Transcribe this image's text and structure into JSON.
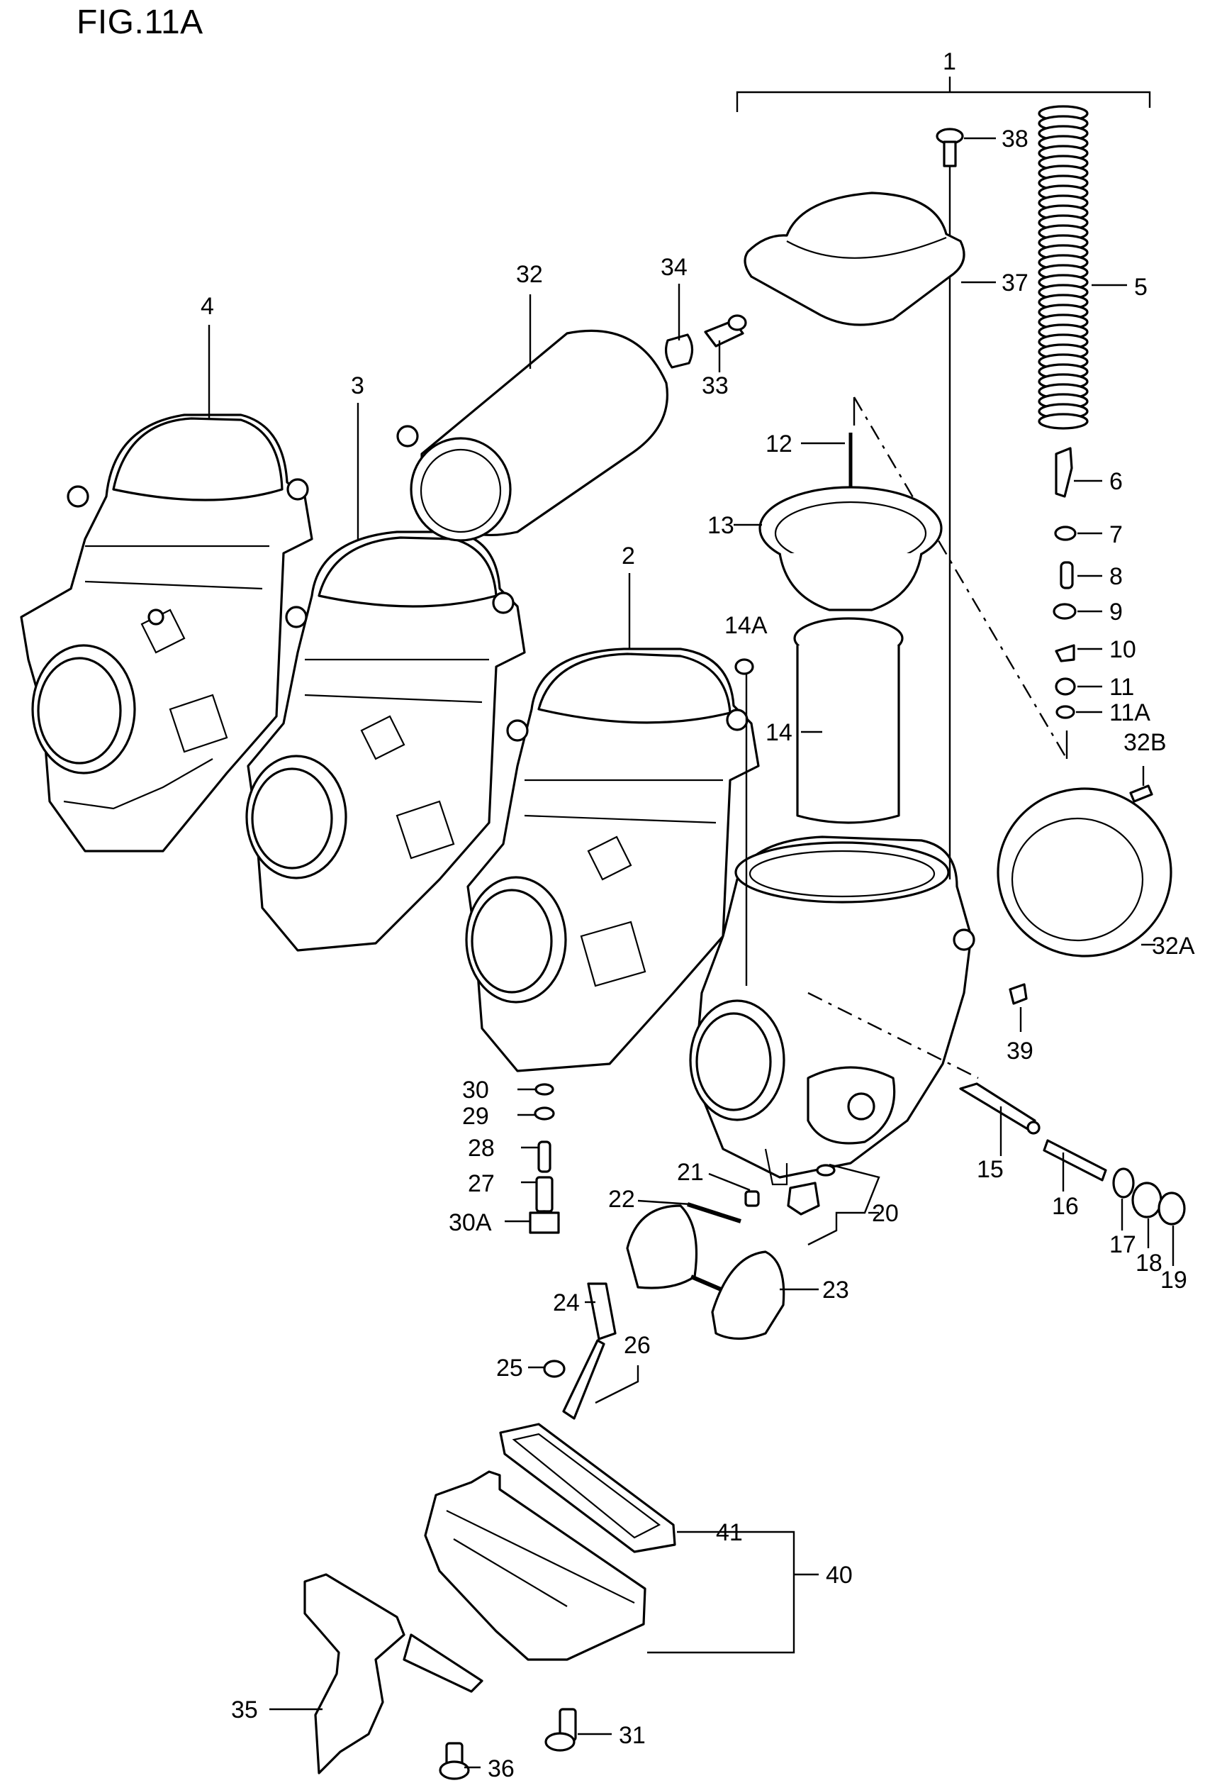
{
  "figure": {
    "title": "FIG.11A"
  },
  "callouts": [
    "1",
    "2",
    "3",
    "4",
    "5",
    "6",
    "7",
    "8",
    "9",
    "10",
    "11",
    "11A",
    "12",
    "13",
    "14",
    "14A",
    "15",
    "16",
    "17",
    "18",
    "19",
    "20",
    "21",
    "22",
    "23",
    "24",
    "25",
    "26",
    "27",
    "28",
    "29",
    "30",
    "30A",
    "31",
    "32",
    "32A",
    "32B",
    "33",
    "34",
    "35",
    "36",
    "37",
    "38",
    "39",
    "40",
    "41"
  ],
  "colors": {
    "ink": "#000000",
    "paper": "#ffffff"
  }
}
